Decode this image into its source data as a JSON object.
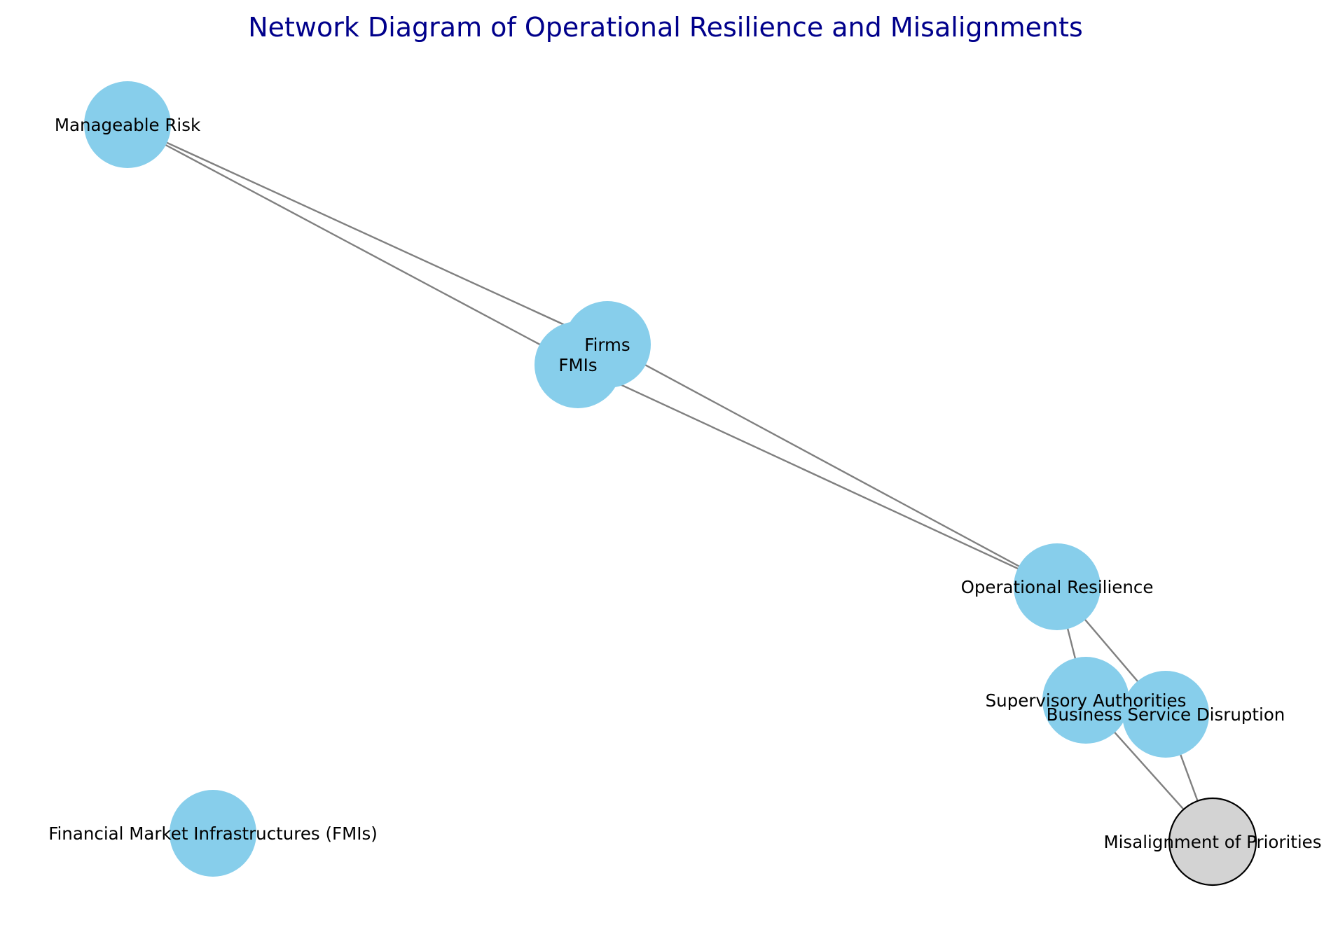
{
  "title": "Network Diagram of Operational Resilience and Misalignments",
  "colors": {
    "title": "#00008b",
    "node_fill": "#87ceeb",
    "highlight_fill": "#d3d3d3",
    "highlight_stroke": "#000000",
    "edge": "#808080",
    "label": "#000000"
  },
  "nodes": [
    {
      "id": "manageable-risk",
      "label": "Manageable Risk",
      "highlight": false
    },
    {
      "id": "firms",
      "label": "Firms",
      "highlight": false
    },
    {
      "id": "fmis",
      "label": "FMIs",
      "highlight": false
    },
    {
      "id": "operational-resilience",
      "label": "Operational Resilience",
      "highlight": false
    },
    {
      "id": "supervisory-authorities",
      "label": "Supervisory Authorities",
      "highlight": false
    },
    {
      "id": "business-service-disruption",
      "label": "Business Service Disruption",
      "highlight": false
    },
    {
      "id": "misalignment-of-priorities",
      "label": "Misalignment of Priorities",
      "highlight": true
    },
    {
      "id": "financial-market-infrastructures",
      "label": "Financial Market Infrastructures (FMIs)",
      "highlight": false
    }
  ],
  "edges": [
    [
      "manageable-risk",
      "firms"
    ],
    [
      "manageable-risk",
      "fmis"
    ],
    [
      "firms",
      "operational-resilience"
    ],
    [
      "fmis",
      "operational-resilience"
    ],
    [
      "operational-resilience",
      "supervisory-authorities"
    ],
    [
      "operational-resilience",
      "business-service-disruption"
    ],
    [
      "supervisory-authorities",
      "misalignment-of-priorities"
    ],
    [
      "business-service-disruption",
      "misalignment-of-priorities"
    ]
  ]
}
